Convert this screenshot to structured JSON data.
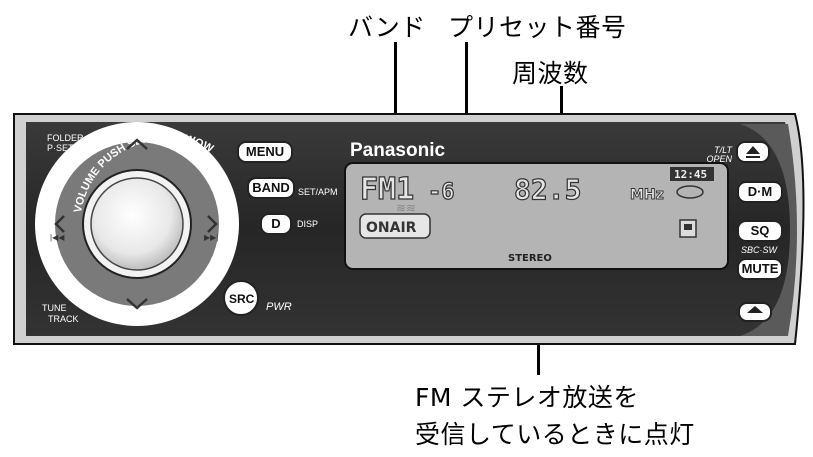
{
  "callouts": {
    "band": "バンド",
    "preset": "プリセット番号",
    "frequency": "周波数",
    "stereo_line1": "FM ステレオ放送を",
    "stereo_line2": "受信しているときに点灯"
  },
  "brand": "Panasonic",
  "display": {
    "band": "FM1",
    "preset": "-6",
    "frequency": "82.5",
    "unit": "MHz",
    "clock": "12:45",
    "onair": "ONAIR",
    "stereo": "STEREO"
  },
  "buttons": {
    "menu": "MENU",
    "band": "BAND",
    "band_sub": "SET/APM",
    "d": "D",
    "disp": "DISP",
    "src": "SRC",
    "pwr": "PWR",
    "dm": "D·M",
    "sq": "SQ",
    "sbc_sw": "SBC·SW",
    "mute": "MUTE",
    "tilt_open": "T/LT OPEN"
  },
  "knob": {
    "ring_text": "VOLUME PUSH SEL / SRS WOW",
    "folder": "FOLDER",
    "pset": "P·SET",
    "tune": "TUNE",
    "track": "TRACK"
  },
  "colors": {
    "panel": "#2d2d2d",
    "lcd": "#b3b3b3",
    "ring": "#7a7a7a"
  }
}
